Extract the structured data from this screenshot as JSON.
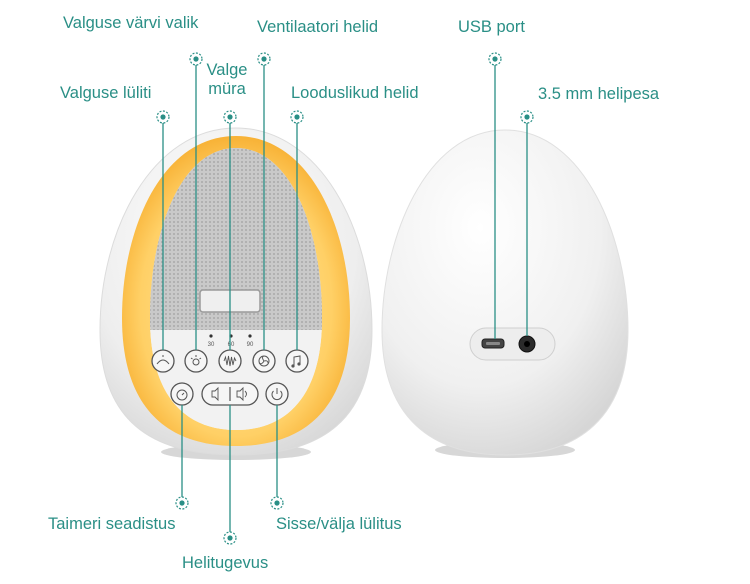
{
  "labels": {
    "light_color": "Valguse värvi valik",
    "light_switch": "Valguse lüliti",
    "white_noise_line1": "Valge",
    "white_noise_line2": "müra",
    "fan_sounds": "Ventilaatori helid",
    "nature_sounds": "Looduslikud helid",
    "usb_port": "USB port",
    "headphone_jack": "3.5 mm helipesa",
    "timer": "Taimeri seadistus",
    "volume": "Helitugevus",
    "power": "Sisse/välja lülitus"
  },
  "timer_marks": [
    "30",
    "60",
    "90"
  ],
  "colors": {
    "callout": "#2a8f86",
    "ring": "#f7b733",
    "device_shell": "#f1f1f1",
    "grille": "#bdbdbd"
  }
}
